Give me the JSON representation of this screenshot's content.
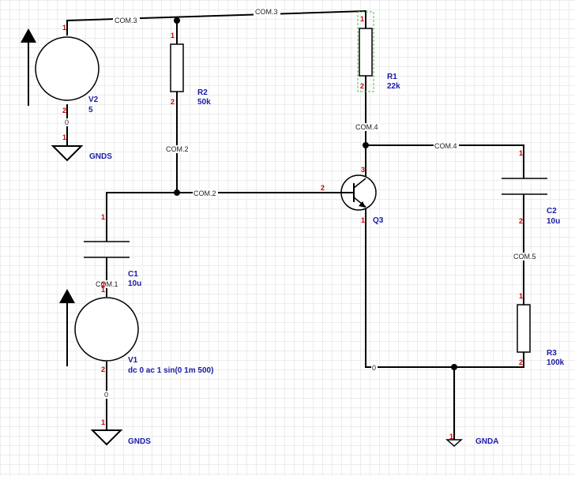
{
  "nets": {
    "com3_left": "COM.3",
    "com3_top": "COM.3",
    "com2_vertical": "COM.2",
    "com2_horizontal": "COM.2",
    "com4_vertical": "COM.4",
    "com4_horizontal": "COM.4",
    "com5": "COM.5",
    "com1": "COM.1",
    "zero_v2": "0",
    "zero_v1": "0",
    "zero_q3": "0"
  },
  "components": {
    "v2": {
      "ref": "V2",
      "value": "5",
      "pin1": "1",
      "pin2": "2"
    },
    "r2": {
      "ref": "R2",
      "value": "50k",
      "pin1": "1",
      "pin2": "2"
    },
    "r1": {
      "ref": "R1",
      "value": "22k",
      "pin1": "1",
      "pin2": "2"
    },
    "q3": {
      "ref": "Q3",
      "pin_c": "3",
      "pin_b": "2",
      "pin_e": "1"
    },
    "c2": {
      "ref": "C2",
      "value": "10u",
      "pin1": "1",
      "pin2": "2"
    },
    "r3": {
      "ref": "R3",
      "value": "100k",
      "pin1": "1",
      "pin2": "2"
    },
    "c1": {
      "ref": "C1",
      "value": "10u",
      "pin1": "1",
      "pin2": "2"
    },
    "v1": {
      "ref": "V1",
      "value": "dc 0 ac 1 sin(0 1m 500)",
      "pin1": "1",
      "pin2": "2"
    },
    "gnds_top": {
      "name": "GNDS",
      "pin": "1"
    },
    "gnds_bottom": {
      "name": "GNDS",
      "pin": "1"
    },
    "gnda": {
      "name": "GNDA",
      "pin": "1"
    }
  },
  "colors": {
    "wire": "#000000",
    "pin_number": "#cc0000",
    "component_label": "#1a1aa6",
    "selection": "#33cc33",
    "grid": "#ececec"
  }
}
